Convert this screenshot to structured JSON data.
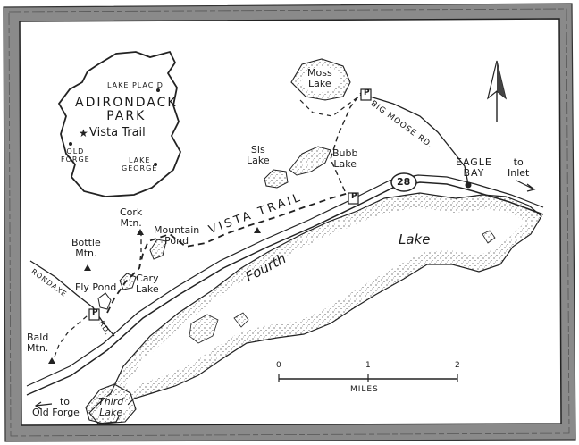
{
  "inset": {
    "title_line1": "ADIRONDACK",
    "title_line2": "PARK",
    "legend_symbol": "★",
    "legend_text": "Vista Trail",
    "towns": {
      "lake_placid": "LAKE PLACID",
      "old_forge_1": "OLD",
      "old_forge_2": "FORGE",
      "lake_george_1": "LAKE",
      "lake_george_2": "GEORGE"
    }
  },
  "labels": {
    "moss_lake_1": "Moss",
    "moss_lake_2": "Lake",
    "big_moose_rd": "BIG MOOSE RD.",
    "sis_lake_1": "Sis",
    "sis_lake_2": "Lake",
    "bubb_lake_1": "Bubb",
    "bubb_lake_2": "Lake",
    "route_number": "28",
    "eagle_bay_1": "EAGLE",
    "eagle_bay_2": "BAY",
    "to_inlet_1": "to",
    "to_inlet_2": "Inlet",
    "cork_mtn_1": "Cork",
    "cork_mtn_2": "Mtn.",
    "mountain_pond_1": "Mountain",
    "mountain_pond_2": "Pond",
    "vista_trail": "VISTA TRAIL",
    "bottle_mtn_1": "Bottle",
    "bottle_mtn_2": "Mtn.",
    "fourth_lake_1": "Fourth",
    "fourth_lake_2": "Lake",
    "fly_pond": "Fly Pond",
    "cary_lake_1": "Cary",
    "cary_lake_2": "Lake",
    "rondaxe_rd_1": "RONDAXE",
    "rondaxe_rd_2": "RD.",
    "parking": "P",
    "bald_mtn_1": "Bald",
    "bald_mtn_2": "Mtn.",
    "to_old_forge_1": "to",
    "to_old_forge_2": "Old Forge",
    "third_lake_1": "Third",
    "third_lake_2": "Lake"
  },
  "scale": {
    "ticks": [
      "0",
      "1",
      "2"
    ],
    "unit": "MILES"
  },
  "icons": {
    "north_arrow": "north-arrow-icon",
    "mountain": "mountain-peak-icon",
    "parking": "parking-icon",
    "town": "town-dot-icon",
    "star": "star-icon"
  },
  "colors": {
    "ink": "#1a1a1a",
    "frame": "#7a7a7a",
    "frame_dark": "#4a4a4a",
    "paper": "#ffffff",
    "water": "#ffffff"
  }
}
